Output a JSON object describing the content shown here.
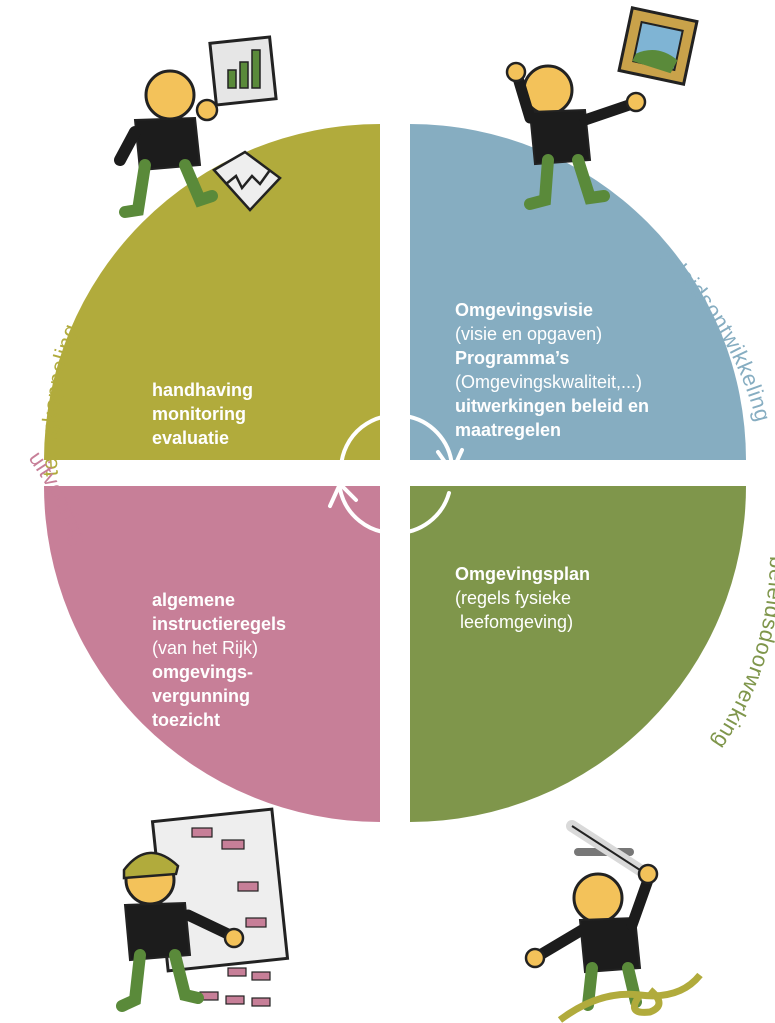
{
  "colors": {
    "terugkoppeling": "#b1ab3c",
    "beleidsontwikkeling": "#86adc1",
    "beleidsdoorwerking": "#7f964b",
    "uitvoering": "#c77f98",
    "figure_body": "#1c1c1c",
    "figure_skin": "#f3c25a",
    "figure_legs": "#5a8a3a"
  },
  "quadrants": {
    "terugkoppeling": {
      "label": "terugkoppeling",
      "lines": [
        "handhaving",
        "monitoring",
        "evaluatie"
      ]
    },
    "beleidsontwikkeling": {
      "label": "beleidsontwikkeling",
      "line1": "Omgevingsvisie",
      "line2": "(visie en opgaven)",
      "line3": "Programma’s",
      "line4": "(Omgevingskwaliteit,...)",
      "line5": "uitwerkingen beleid en",
      "line6": "maatregelen"
    },
    "beleidsdoorwerking": {
      "label": "beleidsdoorwerking",
      "line1": "Omgevingsplan",
      "line2": "(regels fysieke",
      "line3": " leefomgeving)"
    },
    "uitvoering": {
      "label": "uitvoering",
      "line1": "algemene",
      "line2": "instructieregels",
      "line3": "(van het Rijk)",
      "line4": "omgevings-",
      "line5": "vergunning",
      "line6": "toezicht"
    }
  },
  "icons": [
    "chart-figure-icon",
    "painting-figure-icon",
    "signboard-figure-icon",
    "sword-rope-figure-icon",
    "cycle-arrow-icon"
  ]
}
